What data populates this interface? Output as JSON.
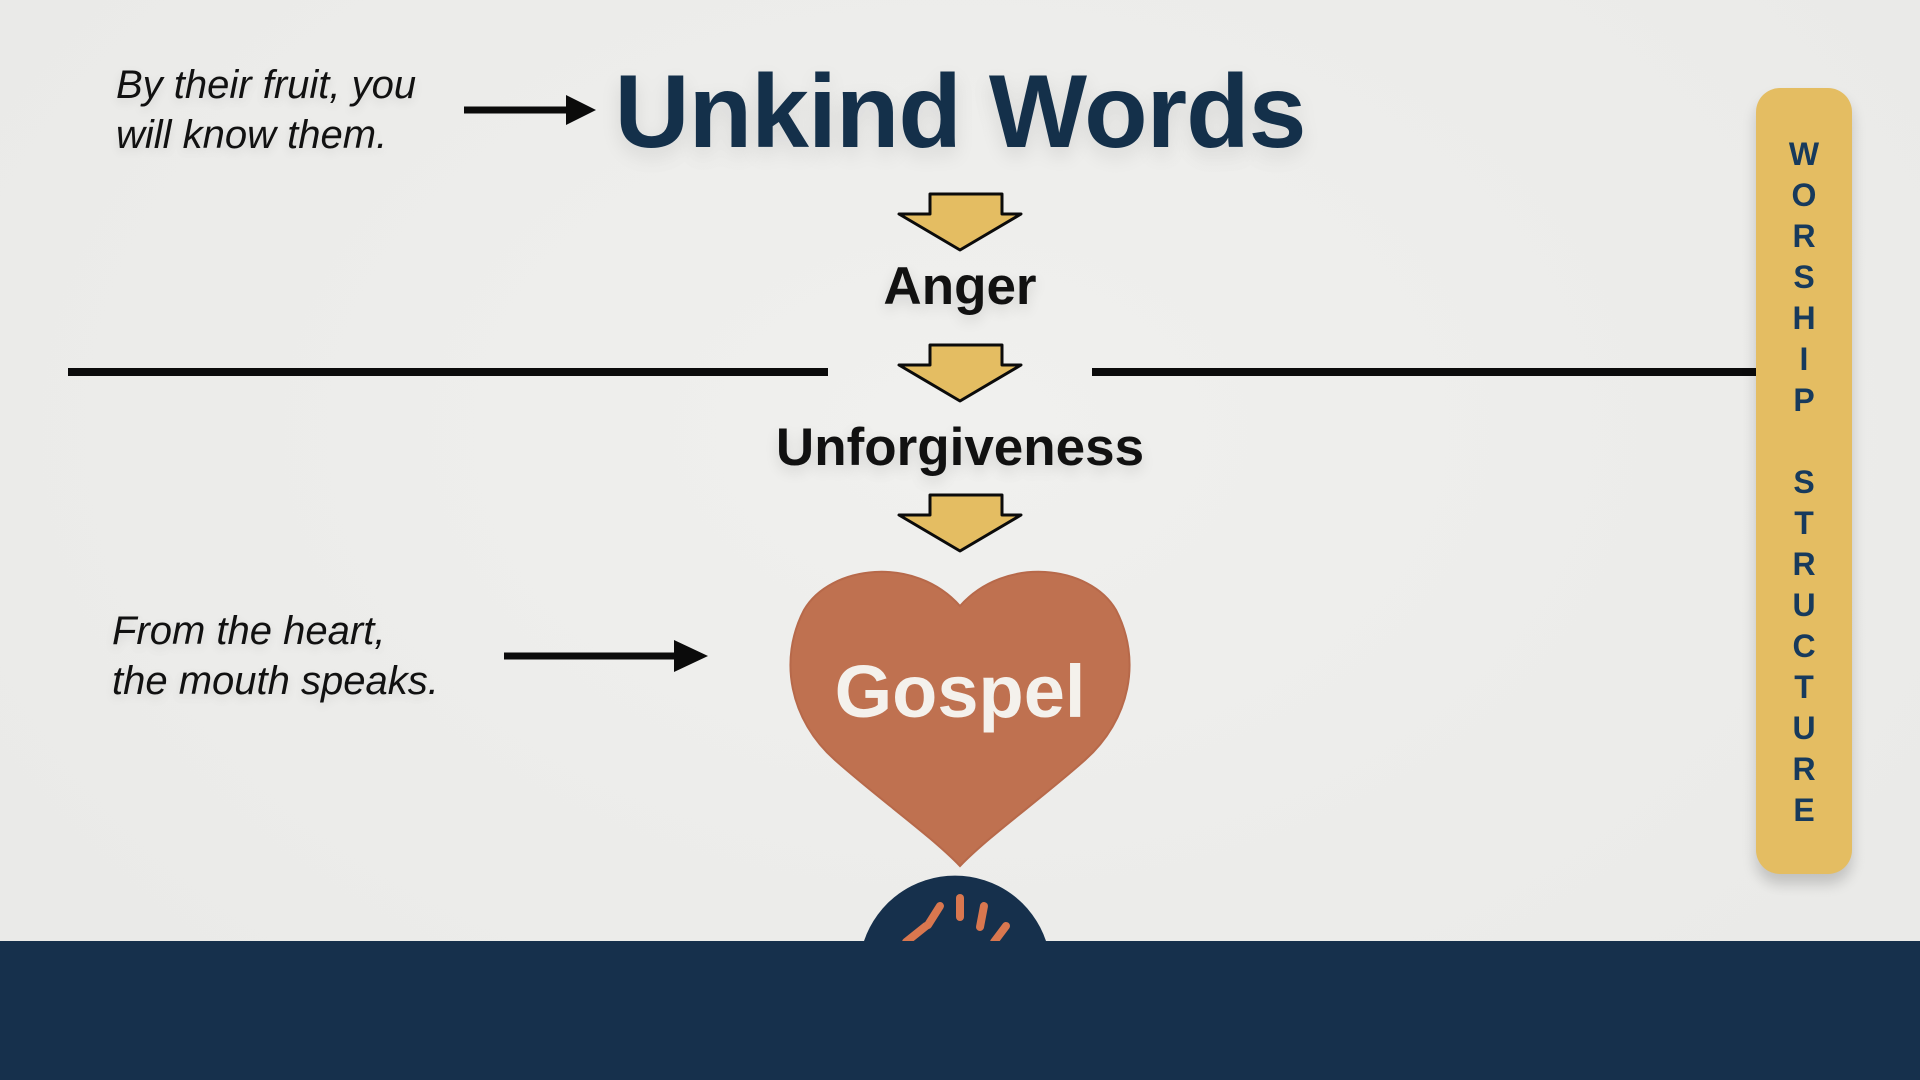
{
  "title": "Unkind Words",
  "steps": [
    "Anger",
    "Unforgiveness"
  ],
  "heart_label": "Gospel",
  "quotes": {
    "top": [
      "By their fruit, you",
      "will know them."
    ],
    "bottom": [
      "From the heart,",
      "the mouth speaks."
    ]
  },
  "side_banner": {
    "letters": [
      "W",
      "O",
      "R",
      "S",
      "H",
      "I",
      "P",
      "",
      "S",
      "T",
      "R",
      "U",
      "C",
      "T",
      "U",
      "R",
      "E"
    ]
  },
  "colors": {
    "navy": "#16304c",
    "title": "#14304a",
    "gold": "#e4bd62",
    "heart": "#bf7150",
    "logo_orange": "#d9774f"
  },
  "icons": [
    "down-arrow-icon",
    "right-arrow-icon",
    "heart-icon",
    "coffee-cup-logo-icon"
  ]
}
